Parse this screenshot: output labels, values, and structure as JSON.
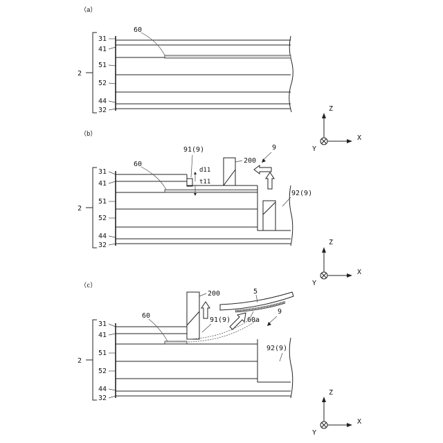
{
  "panels": [
    {
      "label": "（a）",
      "group": "2",
      "layers": [
        "31",
        "41",
        "51",
        "52",
        "44",
        "32"
      ],
      "parts": {
        "film": "60"
      },
      "axes": {
        "z": "Z",
        "x": "X",
        "y": "Y"
      }
    },
    {
      "label": "（b）",
      "group": "2",
      "layers": [
        "31",
        "41",
        "51",
        "52",
        "44",
        "32"
      ],
      "parts": {
        "film": "60",
        "cutter": "91(9)",
        "gap": "d11",
        "thickness": "t11",
        "blade": "200",
        "device": "9",
        "support": "92(9)"
      },
      "axes": {
        "z": "Z",
        "x": "X",
        "y": "Y"
      }
    },
    {
      "label": "（c）",
      "group": "2",
      "layers": [
        "31",
        "41",
        "51",
        "52",
        "44",
        "32"
      ],
      "parts": {
        "film": "60",
        "blade": "200",
        "sheet": "5",
        "cutter": "91(9)",
        "edge": "60a",
        "device": "9",
        "support": "92(9)"
      },
      "axes": {
        "z": "Z",
        "x": "X",
        "y": "Y"
      }
    }
  ]
}
